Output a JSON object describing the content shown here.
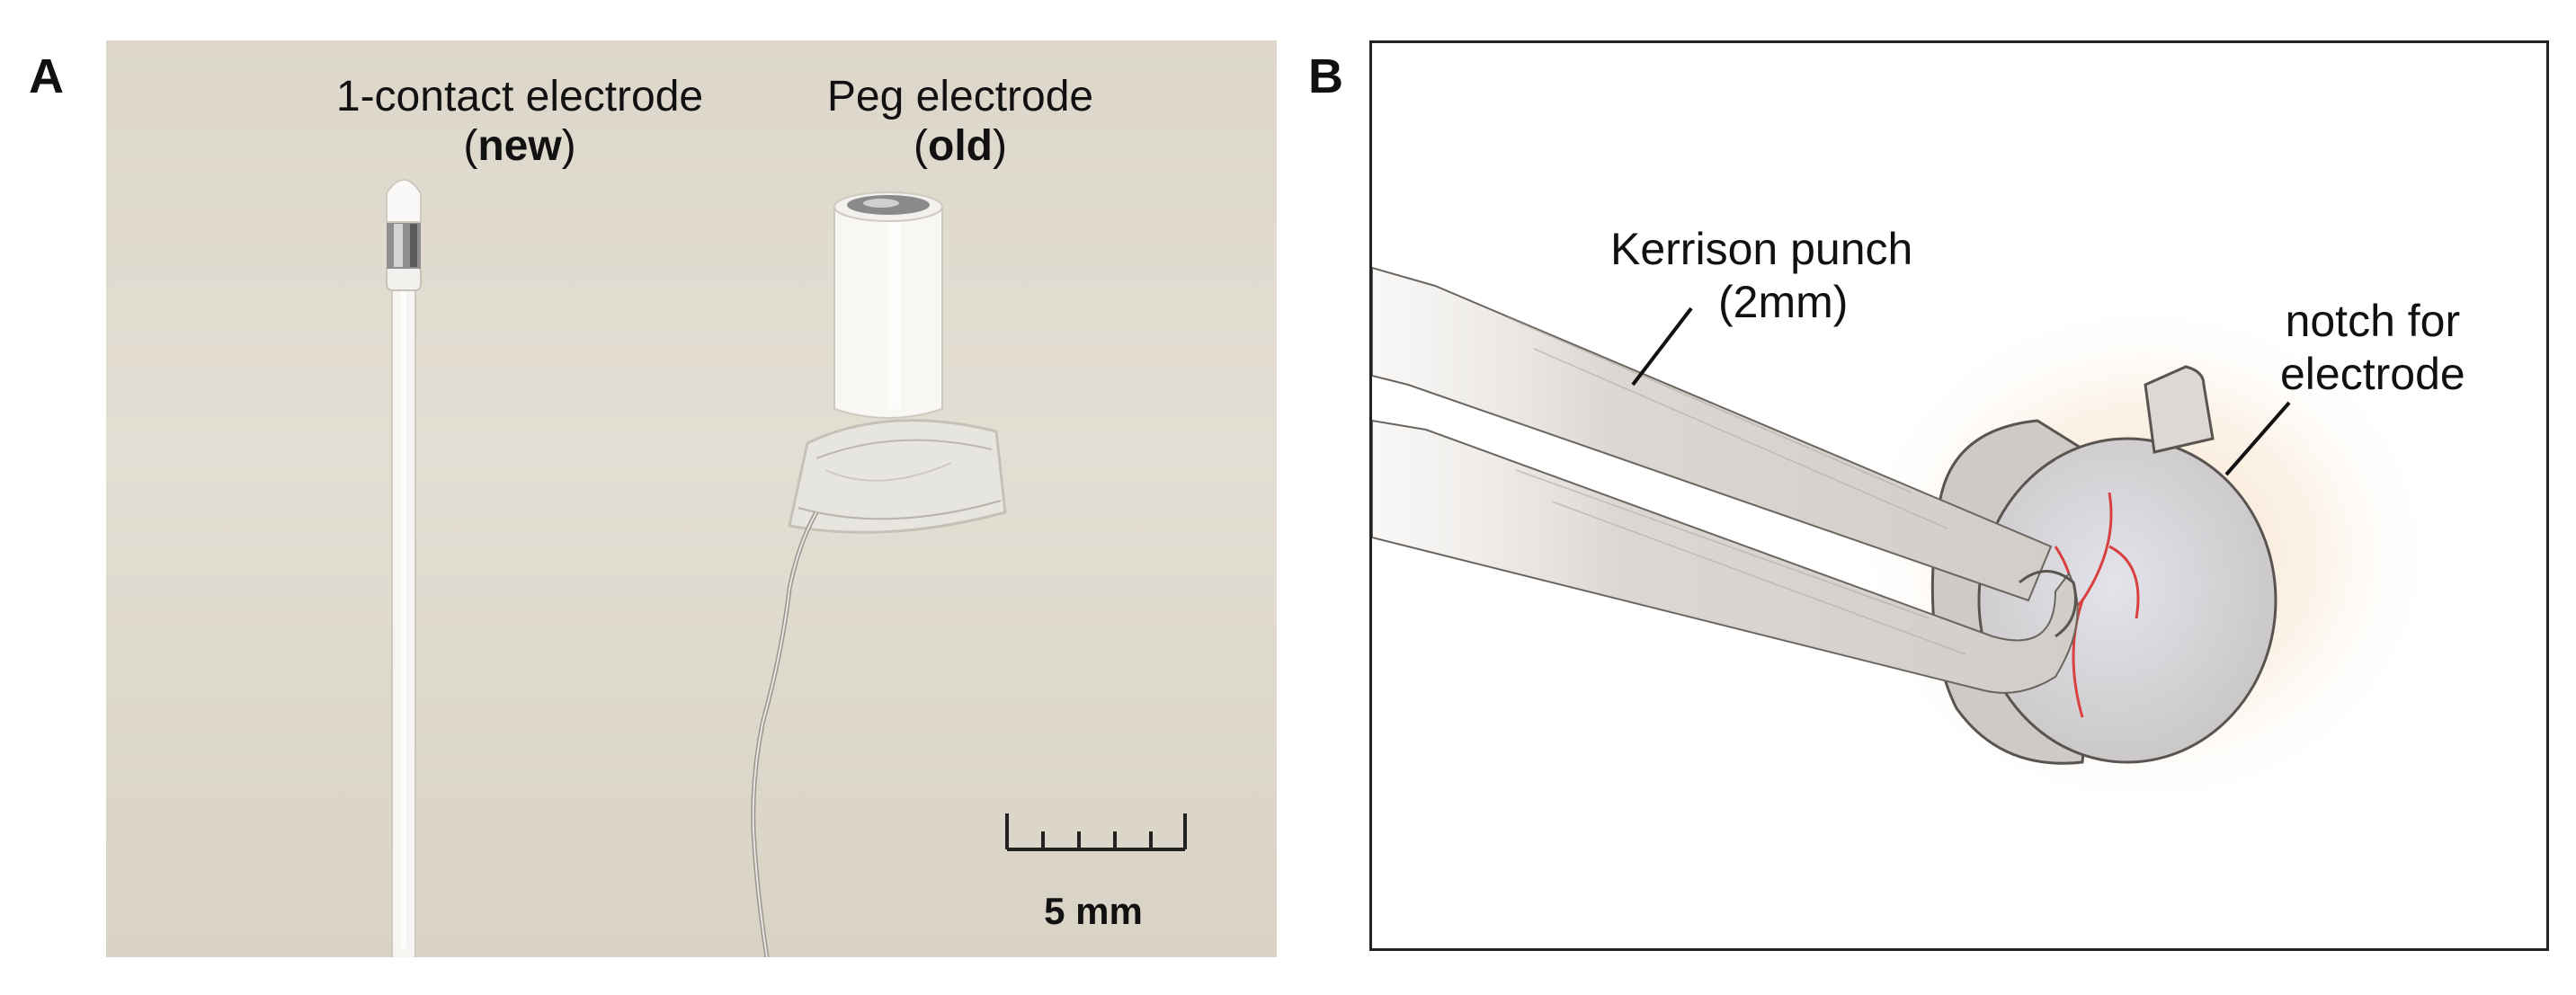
{
  "panel_a": {
    "letter": "A",
    "electrode_new": {
      "name": "1-contact electrode",
      "tag_open": "(",
      "tag": "new",
      "tag_close": ")"
    },
    "electrode_old": {
      "name": "Peg electrode",
      "tag_open": "(",
      "tag": "old",
      "tag_close": ")"
    },
    "scale_bar": {
      "label": "5 mm"
    }
  },
  "panel_b": {
    "letter": "B",
    "kerrison_label_line1": "Kerrison punch",
    "kerrison_label_line2": "(2mm)",
    "notch_label_line1": "notch for",
    "notch_label_line2": "electrode"
  },
  "colors": {
    "photo_background": "#ded8cc",
    "electrode_white": "#f6f5f2",
    "metal_contact": "#8e8e8e",
    "vessel_red": "#d94040",
    "instrument_gray": "#d8d4d0"
  }
}
